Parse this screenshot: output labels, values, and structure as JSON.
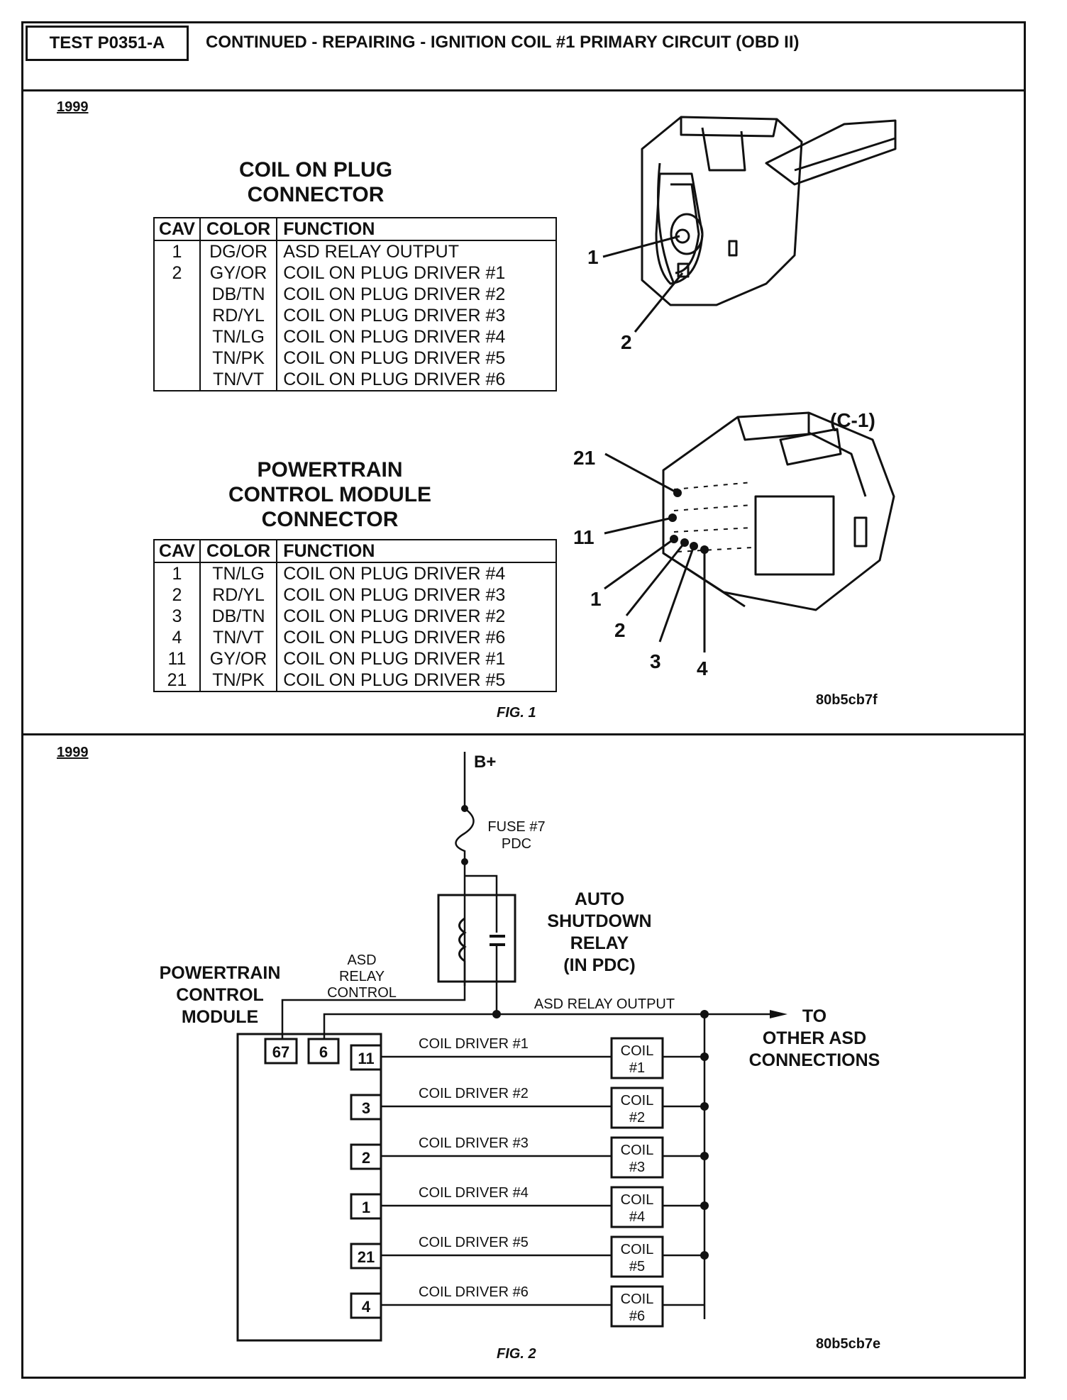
{
  "header": {
    "test_id": "TEST P0351-A",
    "title": "CONTINUED - REPAIRING - IGNITION COIL #1 PRIMARY CIRCUIT (OBD II)"
  },
  "fig1": {
    "year": "1999",
    "cop_heading_line1": "COIL ON PLUG",
    "cop_heading_line2": "CONNECTOR",
    "columns": [
      "CAV",
      "COLOR",
      "FUNCTION"
    ],
    "cop_rows": [
      {
        "cav": "1",
        "color": "DG/OR",
        "function": "ASD RELAY OUTPUT"
      },
      {
        "cav": "2",
        "color": "GY/OR",
        "function": "COIL ON PLUG DRIVER #1"
      },
      {
        "cav": "",
        "color": "DB/TN",
        "function": "COIL ON PLUG DRIVER #2"
      },
      {
        "cav": "",
        "color": "RD/YL",
        "function": "COIL ON PLUG DRIVER #3"
      },
      {
        "cav": "",
        "color": "TN/LG",
        "function": "COIL ON PLUG DRIVER #4"
      },
      {
        "cav": "",
        "color": "TN/PK",
        "function": "COIL ON PLUG DRIVER #5"
      },
      {
        "cav": "",
        "color": "TN/VT",
        "function": "COIL ON PLUG DRIVER #6"
      }
    ],
    "pcm_heading_line1": "POWERTRAIN",
    "pcm_heading_line2": "CONTROL MODULE",
    "pcm_heading_line3": "CONNECTOR",
    "pcm_rows": [
      {
        "cav": "1",
        "color": "TN/LG",
        "function": "COIL ON PLUG DRIVER #4"
      },
      {
        "cav": "2",
        "color": "RD/YL",
        "function": "COIL ON PLUG DRIVER #3"
      },
      {
        "cav": "3",
        "color": "DB/TN",
        "function": "COIL ON PLUG DRIVER #2"
      },
      {
        "cav": "4",
        "color": "TN/VT",
        "function": "COIL ON PLUG DRIVER #6"
      },
      {
        "cav": "11",
        "color": "GY/OR",
        "function": "COIL ON PLUG DRIVER #1"
      },
      {
        "cav": "21",
        "color": "TN/PK",
        "function": "COIL ON PLUG DRIVER #5"
      }
    ],
    "cop_callout_1": "1",
    "cop_callout_2": "2",
    "pcm_connector_label": "(C-1)",
    "pcm_callouts": [
      "21",
      "11",
      "1",
      "2",
      "3",
      "4"
    ],
    "fig_label": "FIG. 1",
    "image_code": "80b5cb7f"
  },
  "fig2": {
    "year": "1999",
    "b_plus": "B+",
    "fuse_line1": "FUSE #7",
    "fuse_line2": "PDC",
    "relay_line1": "AUTO",
    "relay_line2": "SHUTDOWN",
    "relay_line3": "RELAY",
    "relay_line4": "(IN PDC)",
    "asd_ctrl_line1": "ASD",
    "asd_ctrl_line2": "RELAY",
    "asd_ctrl_line3": "CONTROL",
    "pcm_line1": "POWERTRAIN",
    "pcm_line2": "CONTROL",
    "pcm_line3": "MODULE",
    "asd_output": "ASD RELAY OUTPUT",
    "to_line1": "TO",
    "to_line2": "OTHER ASD",
    "to_line3": "CONNECTIONS",
    "pin_67": "67",
    "pin_6": "6",
    "drivers": [
      {
        "pin": "11",
        "label": "COIL DRIVER #1",
        "coil": "COIL",
        "num": "#1"
      },
      {
        "pin": "3",
        "label": "COIL DRIVER #2",
        "coil": "COIL",
        "num": "#2"
      },
      {
        "pin": "2",
        "label": "COIL DRIVER #3",
        "coil": "COIL",
        "num": "#3"
      },
      {
        "pin": "1",
        "label": "COIL DRIVER #4",
        "coil": "COIL",
        "num": "#4"
      },
      {
        "pin": "21",
        "label": "COIL DRIVER #5",
        "coil": "COIL",
        "num": "#5"
      },
      {
        "pin": "4",
        "label": "COIL DRIVER #6",
        "coil": "COIL",
        "num": "#6"
      }
    ],
    "fig_label": "FIG. 2",
    "image_code": "80b5cb7e"
  }
}
